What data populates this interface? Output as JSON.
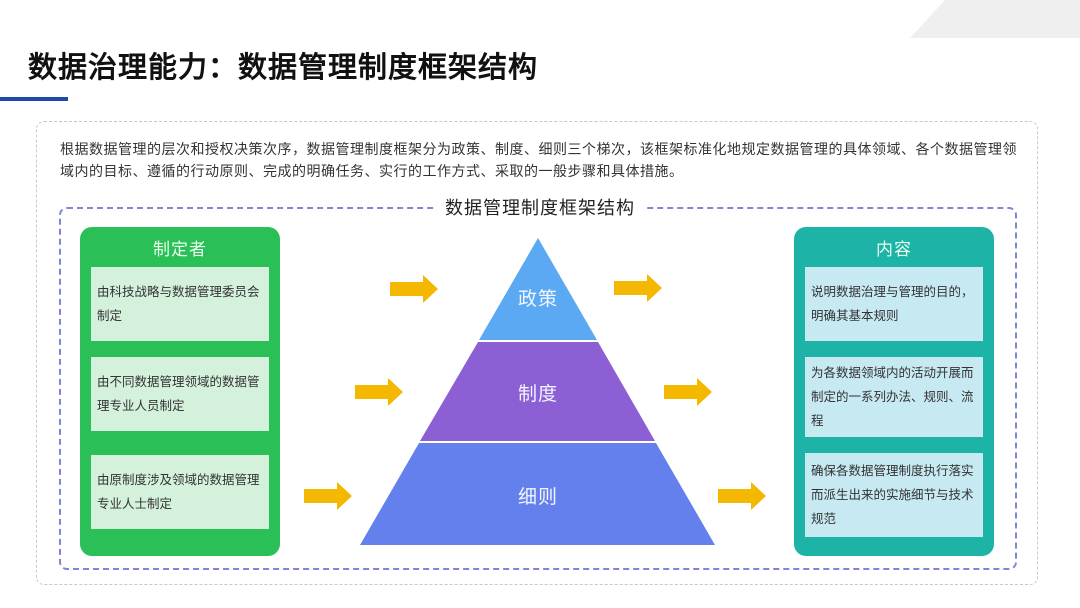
{
  "page": {
    "title": "数据治理能力：数据管理制度框架结构",
    "intro": "根据数据管理的层次和授权决策次序，数据管理制度框架分为政策、制度、细则三个梯次，该框架标准化地规定数据管理的具体领域、各个数据管理领域内的目标、遵循的行动原则、完成的明确任务、实行的工作方式、采取的一般步骤和具体措施。"
  },
  "diagram": {
    "title": "数据管理制度框架结构",
    "makers": {
      "header": "制定者",
      "items": [
        "由科技战略与数据管理委员会制定",
        "由不同数据管理领域的数据管理专业人员制定",
        "由原制度涉及领域的数据管理专业人士制定"
      ]
    },
    "pyramid": {
      "tiers": [
        {
          "label": "政策",
          "color": "#5aa9f2"
        },
        {
          "label": "制度",
          "color": "#8c5fd4"
        },
        {
          "label": "细则",
          "color": "#6480ec"
        }
      ]
    },
    "content": {
      "header": "内容",
      "items": [
        "说明数据治理与管理的目的，明确其基本规则",
        "为各数据领域内的活动开展而制定的一系列办法、规则、流程",
        "确保各数据管理制度执行落实而派生出来的实施细节与技术规范"
      ]
    },
    "arrow_color": "#f5b800",
    "icons": {
      "arrow": "arrow-right-icon"
    }
  },
  "colors": {
    "accent": "#1f4aa8",
    "maker_panel": "#2bbf58",
    "content_panel": "#1db3a6"
  }
}
